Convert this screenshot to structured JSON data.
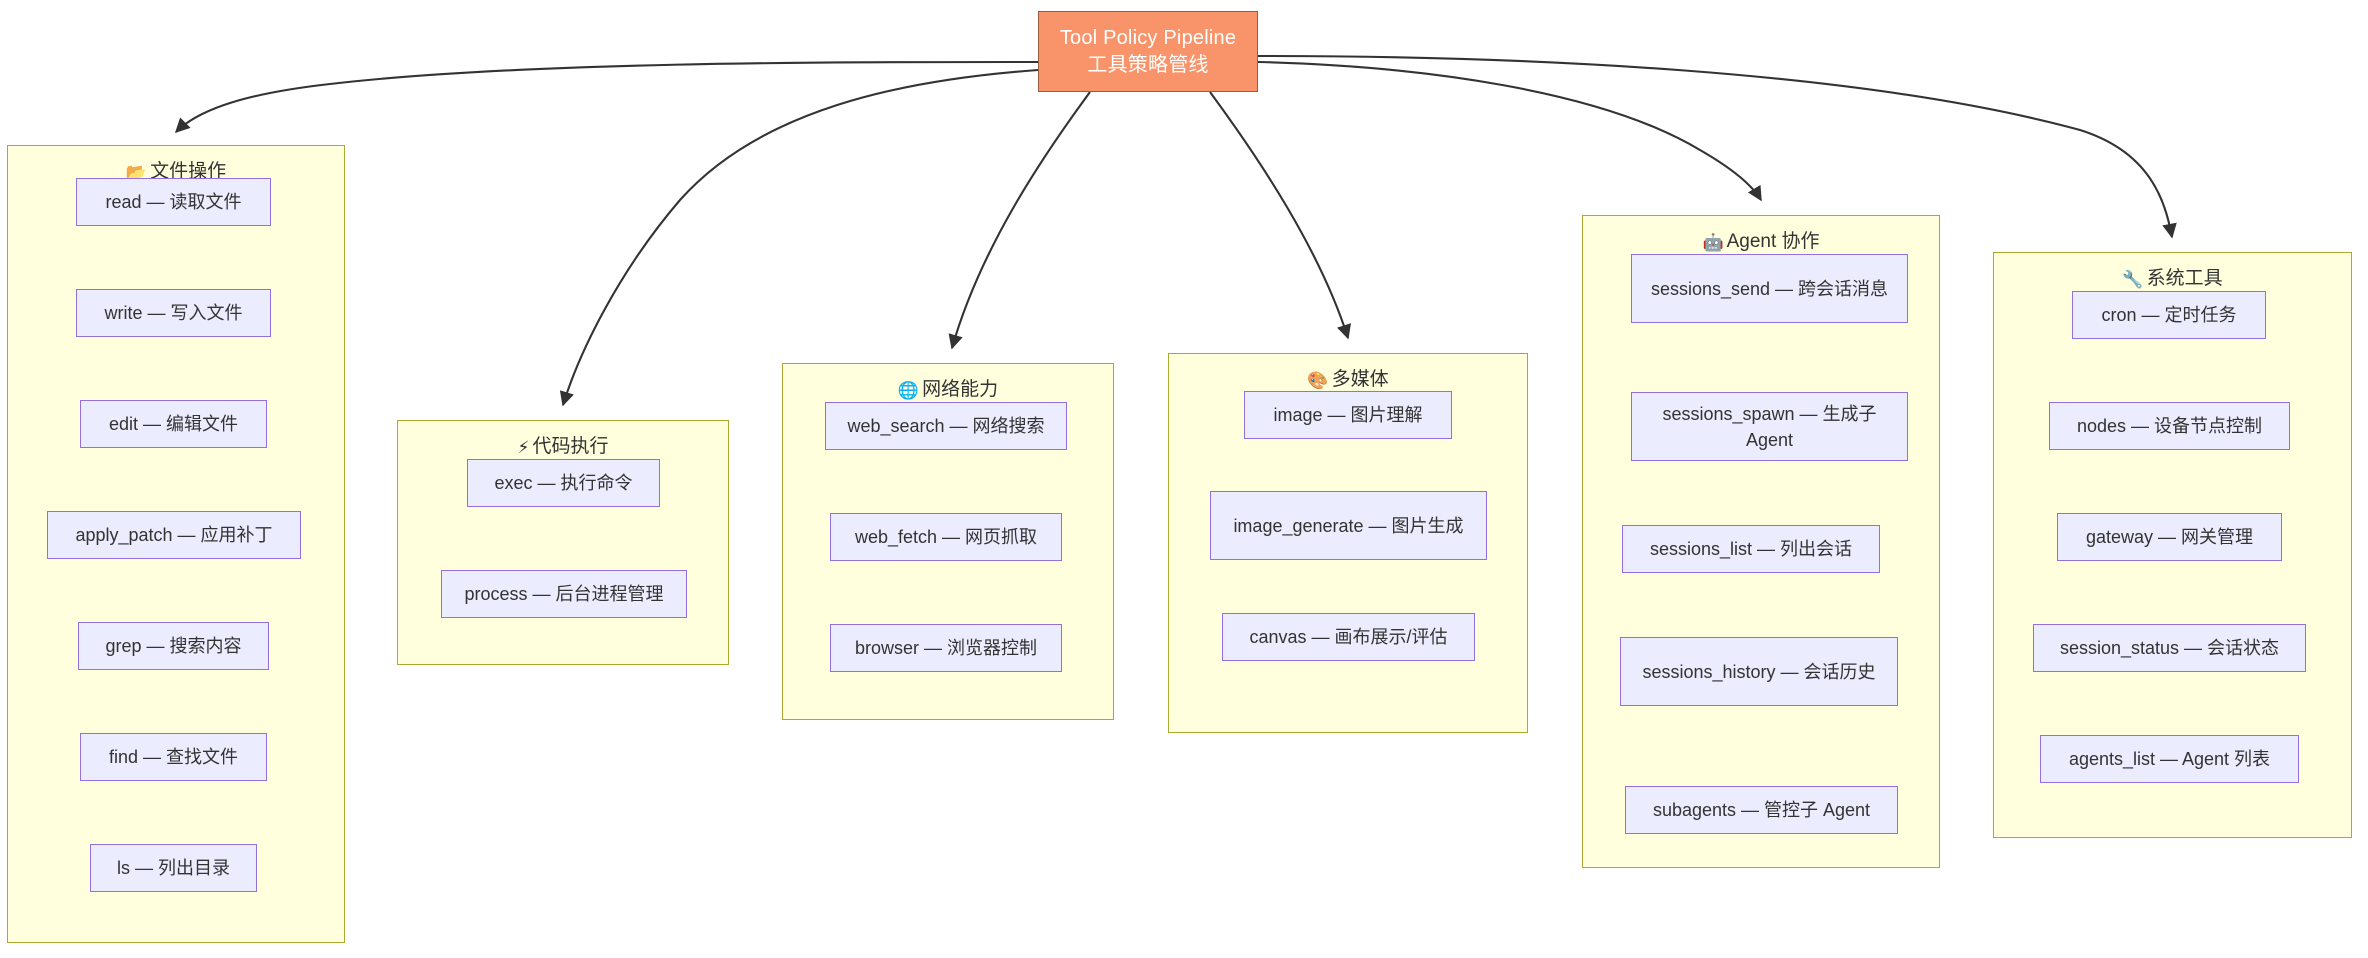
{
  "diagram": {
    "type": "flowchart",
    "title": "Tool Policy Pipeline 工具策略管线",
    "root": {
      "line1": "Tool Policy Pipeline",
      "line2": "工具策略管线",
      "fill": "#f8936a",
      "stroke": "#9a5d42",
      "text_color": "#ffffff"
    },
    "palette": {
      "cluster_fill": "#ffffde",
      "cluster_stroke": "#aaaa33",
      "node_fill": "#ececff",
      "node_stroke": "#9370db",
      "node_text": "#333333",
      "edge_stroke": "#333333"
    },
    "clusters": [
      {
        "id": "file-ops",
        "icon": "folder-icon",
        "icon_glyph": "📂",
        "title": "文件操作",
        "nodes": [
          {
            "label": "read — 读取文件"
          },
          {
            "label": "write — 写入文件"
          },
          {
            "label": "edit — 编辑文件"
          },
          {
            "label": "apply_patch — 应用补丁"
          },
          {
            "label": "grep — 搜索内容"
          },
          {
            "label": "find — 查找文件"
          },
          {
            "label": "ls — 列出目录"
          }
        ]
      },
      {
        "id": "code-exec",
        "icon": "lightning-icon",
        "icon_glyph": "⚡",
        "title": "代码执行",
        "nodes": [
          {
            "label": "exec — 执行命令"
          },
          {
            "label": "process — 后台进程管理"
          }
        ]
      },
      {
        "id": "network",
        "icon": "globe-icon",
        "icon_glyph": "🌐",
        "title": "网络能力",
        "nodes": [
          {
            "label": "web_search — 网络搜索"
          },
          {
            "label": "web_fetch — 网页抓取"
          },
          {
            "label": "browser — 浏览器控制"
          }
        ]
      },
      {
        "id": "multimedia",
        "icon": "palette-icon",
        "icon_glyph": "🎨",
        "title": "多媒体",
        "nodes": [
          {
            "label": "image — 图片理解"
          },
          {
            "label": "image_generate — 图片生成"
          },
          {
            "label": "canvas — 画布展示/评估"
          }
        ]
      },
      {
        "id": "agent-collab",
        "icon": "robot-icon",
        "icon_glyph": "🤖",
        "title": "Agent 协作",
        "nodes": [
          {
            "label": "sessions_send — 跨会话消息"
          },
          {
            "label": "sessions_spawn — 生成子 Agent"
          },
          {
            "label": "sessions_list — 列出会话"
          },
          {
            "label": "sessions_history — 会话历史"
          },
          {
            "label": "subagents — 管控子 Agent"
          }
        ]
      },
      {
        "id": "system-tools",
        "icon": "wrench-icon",
        "icon_glyph": "🔧",
        "title": "系统工具",
        "nodes": [
          {
            "label": "cron — 定时任务"
          },
          {
            "label": "nodes — 设备节点控制"
          },
          {
            "label": "gateway — 网关管理"
          },
          {
            "label": "session_status — 会话状态"
          },
          {
            "label": "agents_list — Agent 列表"
          }
        ]
      }
    ]
  }
}
